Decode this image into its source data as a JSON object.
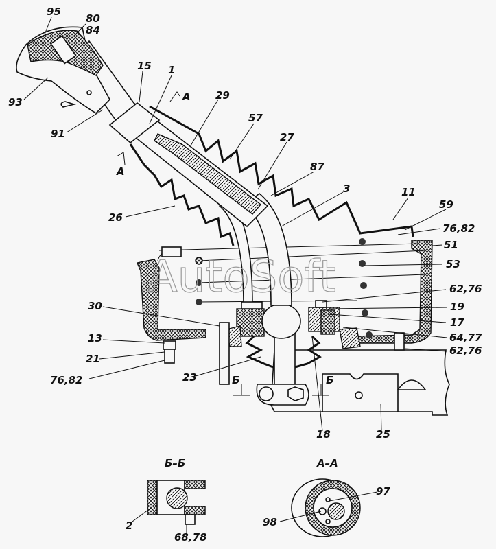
{
  "watermark": "AutoSoft",
  "sections": {
    "b_b": "Б–Б",
    "a_a": "А–А",
    "a_marker": "A",
    "b_marker": "Б"
  },
  "labels": {
    "l95": "95",
    "l80": "80",
    "l84": "84",
    "l15": "15",
    "l1": "1",
    "l29": "29",
    "l93": "93",
    "l91": "91",
    "l57": "57",
    "l27": "27",
    "l87": "87",
    "l26": "26",
    "l3": "3",
    "l11": "11",
    "l59": "59",
    "l76_82_r": "76,82",
    "l51": "51",
    "l53": "53",
    "l62_76_a": "62,76",
    "l19": "19",
    "l17": "17",
    "l30": "30",
    "l13": "13",
    "l64_77": "64,77",
    "l21": "21",
    "l62_76_b": "62,76",
    "l76_82_l": "76,82",
    "l23": "23",
    "l18": "18",
    "l25": "25",
    "l2": "2",
    "l68_78": "68,78",
    "l97": "97",
    "l98": "98"
  }
}
